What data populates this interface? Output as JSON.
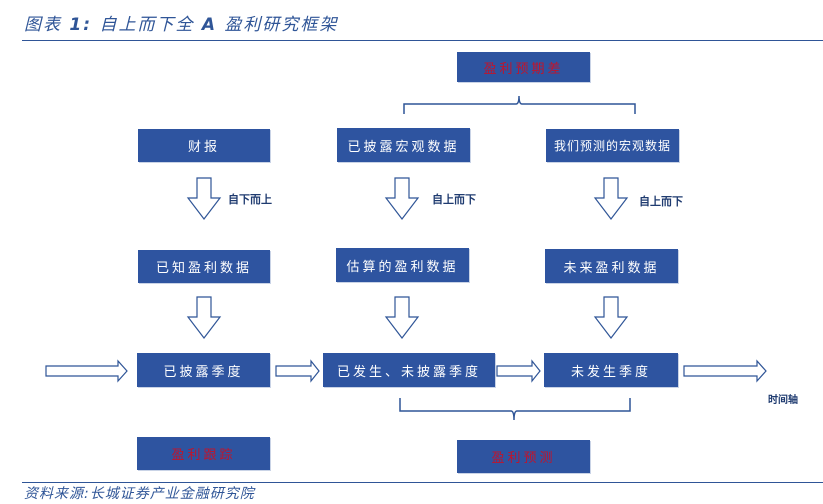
{
  "figure": {
    "title_prefix": "图表",
    "title_number": "1:",
    "title_text": "自上而下全",
    "title_bold": "A",
    "title_suffix": "盈利研究框架",
    "source": "资料来源:长城证券产业金融研究院"
  },
  "colors": {
    "box_fill": "#2e54a0",
    "box_text": "#ffffff",
    "highlight_text": "#c0142c",
    "line": "#2f5597"
  },
  "nodes": {
    "earnings_expectation_gap": "盈利预期差",
    "financial_reports": "财报",
    "disclosed_macro_data": "已披露宏观数据",
    "our_forecast_macro_data": "我们预测的宏观数据",
    "known_earnings_data": "已知盈利数据",
    "estimated_earnings_data": "估算的盈利数据",
    "future_earnings_data": "未来盈利数据",
    "disclosed_quarter": "已披露季度",
    "occurred_undisclosed_quarter": "已发生、未披露季度",
    "not_occurred_quarter": "未发生季度",
    "earnings_tracking": "盈利跟踪",
    "earnings_forecast": "盈利预测"
  },
  "arrow_labels": {
    "bottom_up": "自下而上",
    "top_down_1": "自上而下",
    "top_down_2": "自上而下",
    "timeline": "时间轴"
  }
}
